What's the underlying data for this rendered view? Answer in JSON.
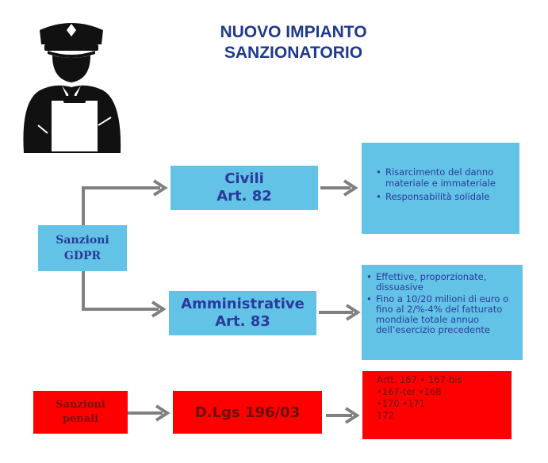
{
  "title": {
    "line1": "NUOVO IMPIANTO",
    "line2": "SANZIONATORIO"
  },
  "gdpr": {
    "line1": "Sanzioni",
    "line2": "GDPR"
  },
  "civili": {
    "line1": "Civili",
    "line2": "Art. 82",
    "bullets": [
      "Risarcimento del danno materiale e immateriale",
      "Responsabilità solidale"
    ]
  },
  "amministrative": {
    "line1": "Amministrative",
    "line2": "Art. 83",
    "bullets": [
      "Effettive, proporzionate, dissuasive",
      "Fino a 10/20 milioni di euro o fino al 2/%-4% del fatturato mondiale totale annuo dell’esercizio precedente"
    ]
  },
  "penali": {
    "line1": "Sanzioni",
    "line2": "penali",
    "law": "D.Lgs 196/03",
    "articles": [
      "Artt. 167 • 167-bis",
      "•167-ter  •168",
      "•170 •171",
      "172"
    ]
  },
  "colors": {
    "title": "#1f3a8c",
    "box_blue": "#63c3e6",
    "box_red": "#ff0000",
    "arrow": "#808080"
  },
  "icon": "police-officer-icon"
}
